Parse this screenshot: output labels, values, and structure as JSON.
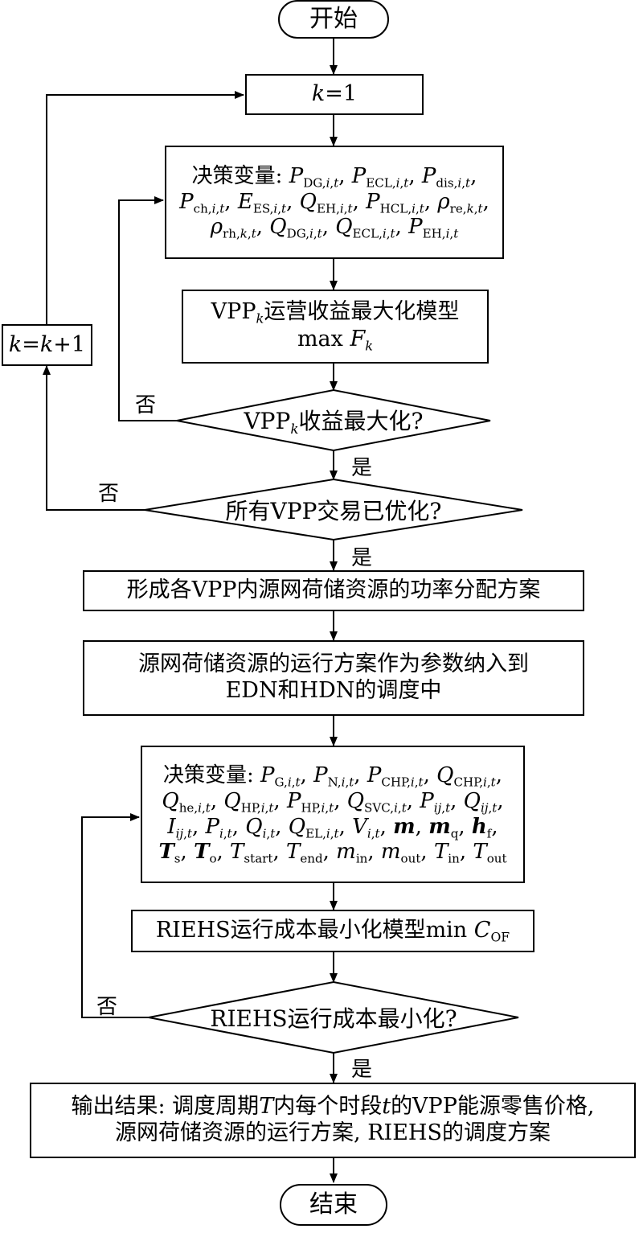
{
  "start": "开始",
  "end": "结束",
  "init": "k=1",
  "increment": "k=k+1",
  "vars1_prefix": "决策变量: ",
  "model1_line1": "运营收益最大化模型",
  "model1_line2": "max",
  "vpp": "VPP",
  "decision1_suffix": "收益最大化?",
  "decision2": "所有VPP交易已优化?",
  "step_form": "形成各VPP内源网荷储资源的功率分配方案",
  "step_param_line1": "源网荷储资源的运行方案作为参数纳入到",
  "step_param_line2": "EDN和HDN的调度中",
  "vars2_prefix": "决策变量: ",
  "model2": "RIEHS运行成本最小化模型min ",
  "decision3": "RIEHS运行成本最小化?",
  "output_line1_a": "输出结果: 调度周期",
  "output_line1_b": "内每个时段",
  "output_line1_c": "的VPP能源零售价格,",
  "output_line2": "源网荷储资源的运行方案, RIEHS的调度方案",
  "no_label": "否",
  "yes_label": "是"
}
